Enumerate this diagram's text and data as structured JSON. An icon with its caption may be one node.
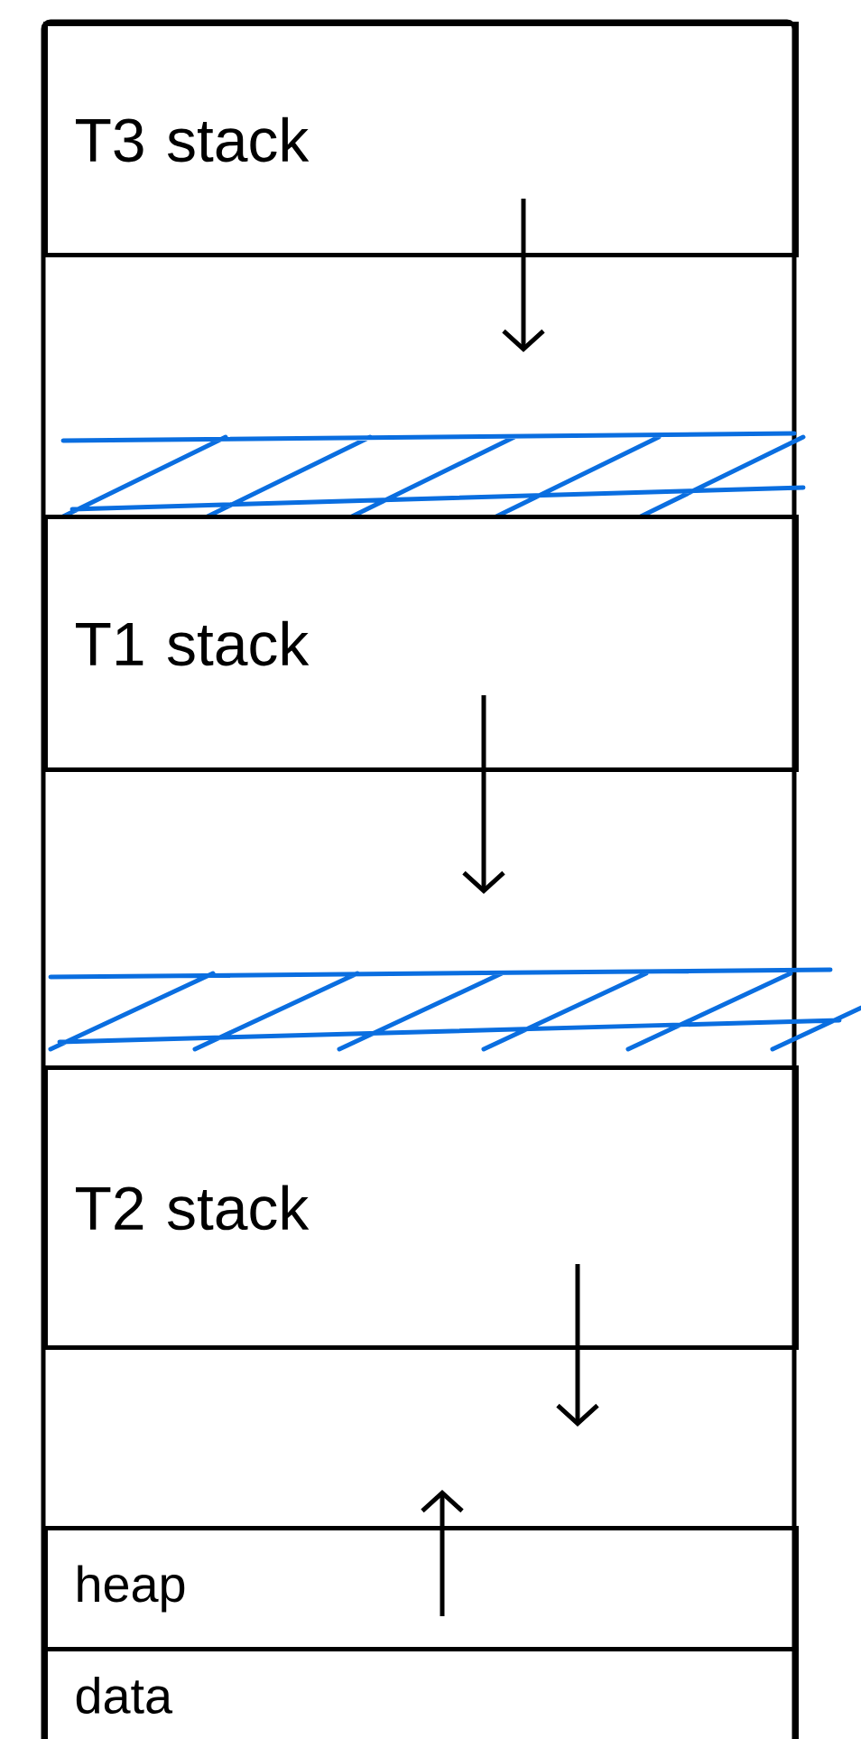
{
  "diagram": {
    "nodes": [
      {
        "text": [
          "T3 stack"
        ]
      },
      {
        "text": [
          "T1 stack"
        ]
      },
      {
        "text": [
          "T2 stack"
        ]
      },
      {
        "text": [
          "heap"
        ]
      },
      {
        "text": [
          "data"
        ]
      }
    ]
  }
}
